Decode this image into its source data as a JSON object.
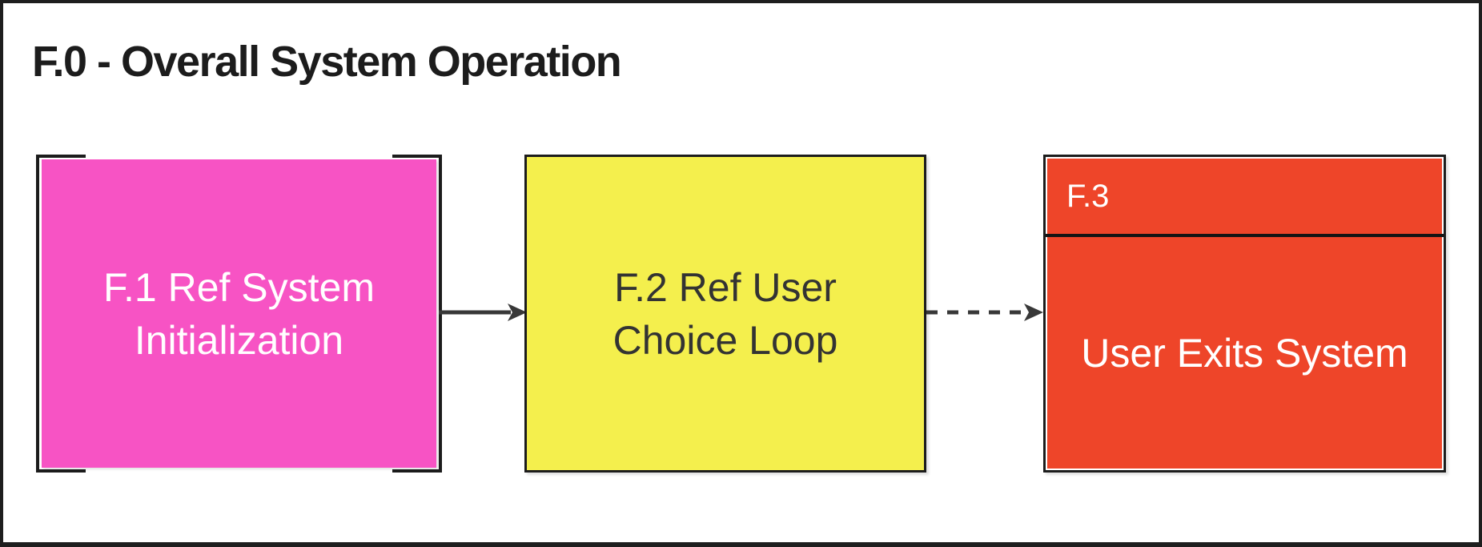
{
  "diagram": {
    "title": "F.0 - Overall System Operation",
    "nodes": [
      {
        "id": "F.1",
        "label": "F.1 Ref System\nInitialization",
        "shape": "bracket",
        "fill": "#F753C4",
        "text_color": "#FFFFFF"
      },
      {
        "id": "F.2",
        "label": "F.2 Ref User\nChoice Loop",
        "shape": "rect",
        "fill": "#F4EF4D",
        "text_color": "#333333"
      },
      {
        "id": "F.3",
        "title": "F.3",
        "label": "User Exits System",
        "shape": "titled-container",
        "fill": "#EE4529",
        "text_color": "#FFFFFF"
      }
    ],
    "edges": [
      {
        "from": "F.1",
        "to": "F.2",
        "style": "solid"
      },
      {
        "from": "F.2",
        "to": "F.3",
        "style": "dashed"
      }
    ],
    "colors": {
      "border": "#1C1C1C",
      "edge": "#383838",
      "background": "#FFFFFF"
    }
  }
}
